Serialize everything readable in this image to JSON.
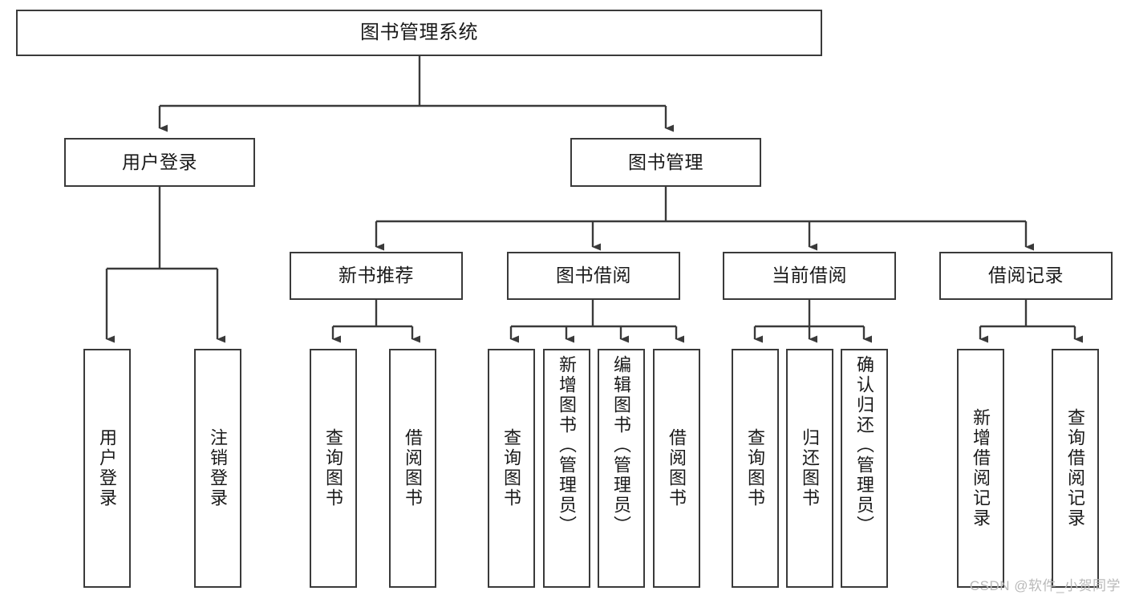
{
  "diagram": {
    "title": "图书管理系统",
    "type": "tree-hierarchy-chart",
    "colors": {
      "box_border": "#3a3a3a",
      "box_fill": "#ffffff",
      "edge": "#3a3a3a",
      "text": "#1a1a1a",
      "watermark": "#b9b9b9"
    },
    "root": {
      "label": "图书管理系统"
    },
    "level1": [
      {
        "id": "user-login",
        "label": "用户登录"
      },
      {
        "id": "book-management",
        "label": "图书管理"
      }
    ],
    "level2": [
      {
        "id": "new-book-recommend",
        "label": "新书推荐"
      },
      {
        "id": "book-borrow",
        "label": "图书借阅"
      },
      {
        "id": "current-borrow",
        "label": "当前借阅"
      },
      {
        "id": "borrow-record",
        "label": "借阅记录"
      }
    ],
    "leaves": {
      "user_login": [
        {
          "id": "leaf-user-login",
          "label": "用户登录"
        },
        {
          "id": "leaf-logout",
          "label": "注销登录"
        }
      ],
      "new_book_recommend": [
        {
          "id": "leaf-query-book-1",
          "label": "查询图书"
        },
        {
          "id": "leaf-borrow-book-1",
          "label": "借阅图书"
        }
      ],
      "book_borrow": [
        {
          "id": "leaf-query-book-2",
          "label": "查询图书"
        },
        {
          "id": "leaf-add-book",
          "label": "新增图书（管理员）"
        },
        {
          "id": "leaf-edit-book",
          "label": "编辑图书（管理员）"
        },
        {
          "id": "leaf-borrow-book-2",
          "label": "借阅图书"
        }
      ],
      "current_borrow": [
        {
          "id": "leaf-query-book-3",
          "label": "查询图书"
        },
        {
          "id": "leaf-return-book",
          "label": "归还图书"
        },
        {
          "id": "leaf-confirm-return",
          "label": "确认归还（管理员）"
        }
      ],
      "borrow_record": [
        {
          "id": "leaf-add-record",
          "label": "新增借阅记录"
        },
        {
          "id": "leaf-query-record",
          "label": "查询借阅记录"
        }
      ]
    }
  },
  "watermark": {
    "text": "CSDN @软件_小贺同学"
  }
}
